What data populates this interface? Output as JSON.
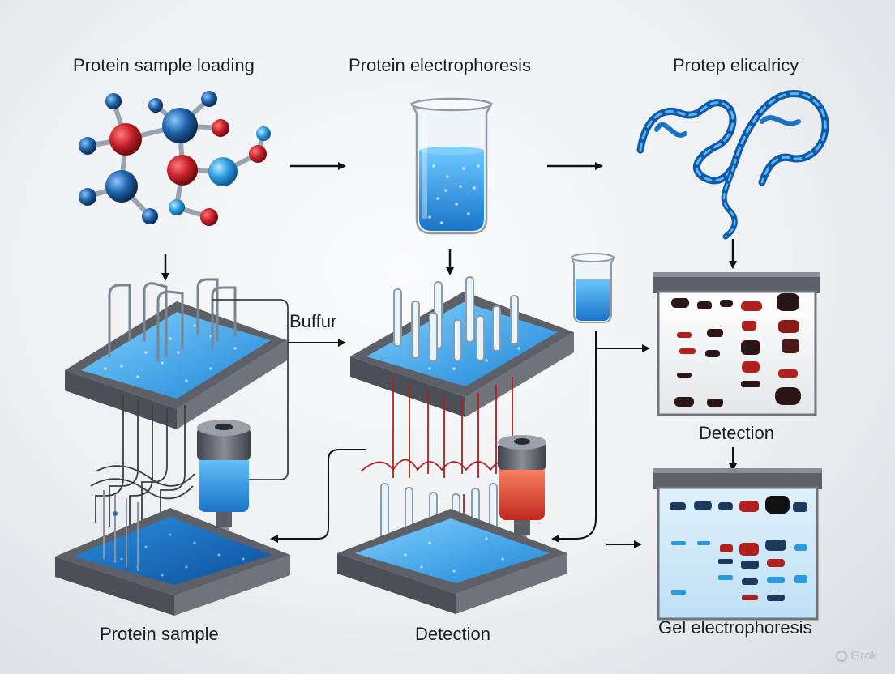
{
  "labels": {
    "top_left": "Protein sample loading",
    "top_middle": "Protein electrophoresis",
    "top_right": "Protep elicalricy",
    "buffer": "Buffur",
    "right_middle": "Detection",
    "bottom_left": "Protein sample",
    "bottom_middle": "Detection",
    "bottom_right": "Gel electrophoresis"
  },
  "watermark": "Grok",
  "colors": {
    "atom_red": "#c8202a",
    "atom_blue": "#1f63a8",
    "liquid_blue": "#2a9be0",
    "tray_gray": "#5d6066",
    "gel_band_dark": "#2a1616",
    "gel_band_red": "#b0201e",
    "gel_band_blue": "#1c3a5c"
  }
}
